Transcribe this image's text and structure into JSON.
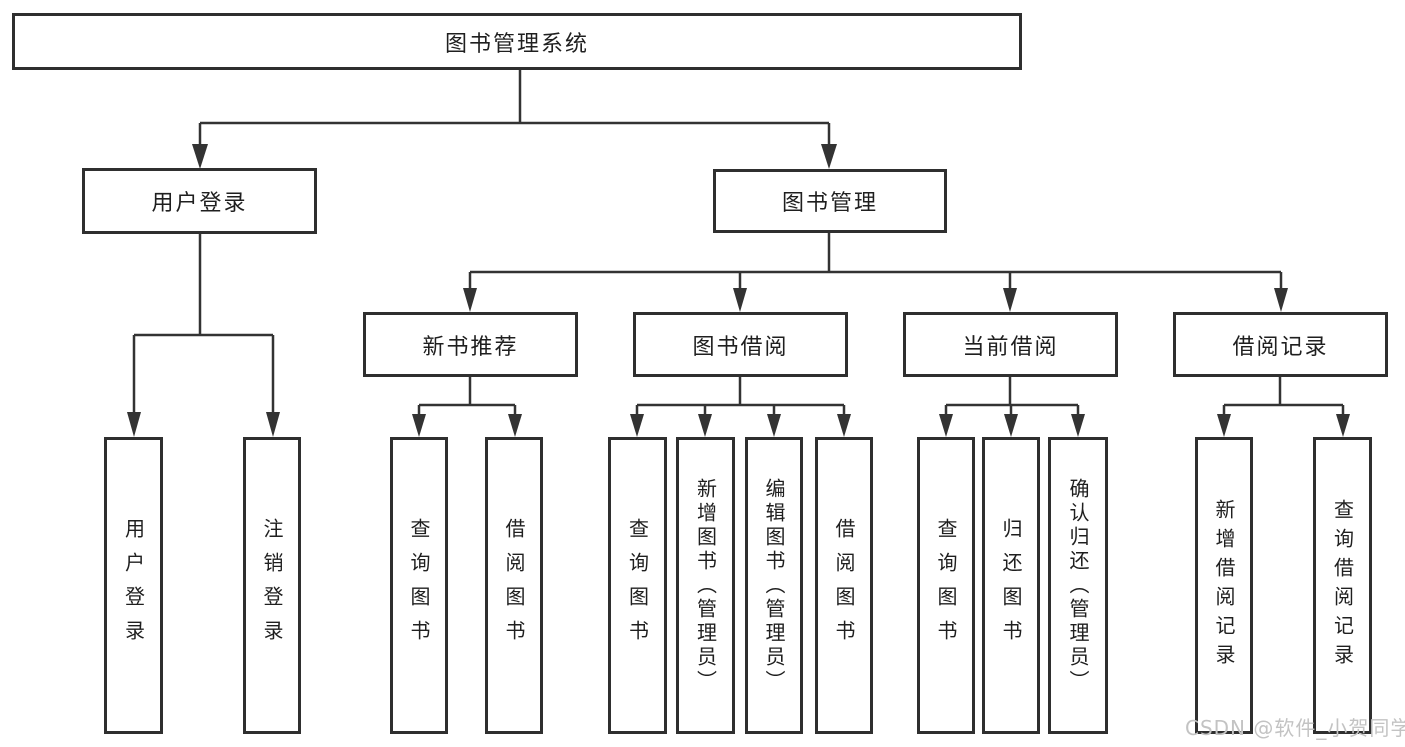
{
  "diagram": {
    "type": "hierarchy",
    "root": {
      "label": "图书管理系统"
    },
    "branches": [
      {
        "label": "用户登录",
        "children": [
          {
            "label": "用户登录"
          },
          {
            "label": "注销登录"
          }
        ]
      },
      {
        "label": "图书管理",
        "children": [
          {
            "label": "新书推荐",
            "children": [
              {
                "label": "查询图书"
              },
              {
                "label": "借阅图书"
              }
            ]
          },
          {
            "label": "图书借阅",
            "children": [
              {
                "label": "查询图书"
              },
              {
                "label": "新增图书（管理员）"
              },
              {
                "label": "编辑图书（管理员）"
              },
              {
                "label": "借阅图书"
              }
            ]
          },
          {
            "label": "当前借阅",
            "children": [
              {
                "label": "查询图书"
              },
              {
                "label": "归还图书"
              },
              {
                "label": "确认归还（管理员）"
              }
            ]
          },
          {
            "label": "借阅记录",
            "children": [
              {
                "label": "新增借阅记录"
              },
              {
                "label": "查询借阅记录"
              }
            ]
          }
        ]
      }
    ]
  },
  "watermark": {
    "text": "CSDN @软件_小贺同学",
    "color": "#c3c3c3"
  },
  "colors": {
    "background": "#ffffff",
    "line": "#333333",
    "box_border": "#2f2f2f",
    "box_background": "#ffffff",
    "text": "#1f1f1f"
  }
}
